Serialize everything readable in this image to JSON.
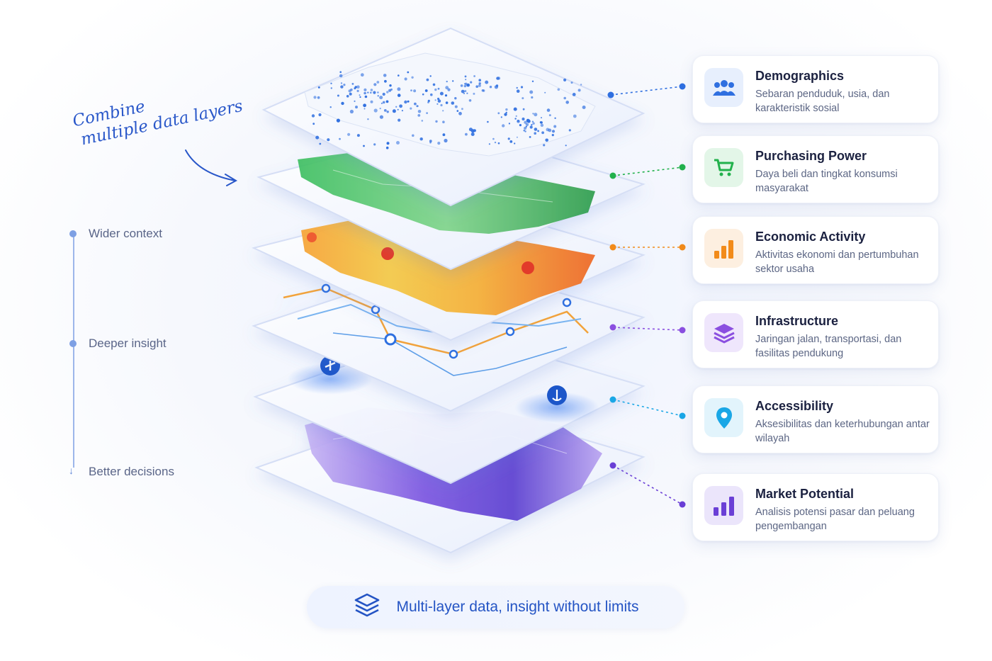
{
  "annotation": {
    "line1": "Combine",
    "line2": "multiple data layers"
  },
  "timeline": [
    {
      "label": "Wider context"
    },
    {
      "label": "Deeper insight"
    },
    {
      "label": "Better decisions"
    }
  ],
  "layers": [
    {
      "title": "Demographics",
      "description": "Sebaran penduduk, usia, dan karakteristik sosial",
      "color": "#2f6fe0",
      "icon": "people-icon"
    },
    {
      "title": "Purchasing Power",
      "description": "Daya beli dan tingkat konsumsi masyarakat",
      "color": "#22b14c",
      "icon": "shopping-cart-icon"
    },
    {
      "title": "Economic Activity",
      "description": "Aktivitas ekonomi dan pertumbuhan sektor usaha",
      "color": "#f28b1a",
      "icon": "bar-chart-icon"
    },
    {
      "title": "Infrastructure",
      "description": "Jaringan jalan, transportasi, dan fasilitas pendukung",
      "color": "#8b4fe0",
      "icon": "layers-icon"
    },
    {
      "title": "Accessibility",
      "description": "Aksesibilitas dan keterhubungan antar wilayah",
      "color": "#1aa7e6",
      "icon": "location-pin-icon"
    },
    {
      "title": "Market Potential",
      "description": "Analisis potensi pasar dan peluang pengembangan",
      "color": "#6a3fd6",
      "icon": "bar-chart-icon"
    }
  ],
  "banner": {
    "text": "Multi-layer data, insight without limits",
    "icon": "stack-icon"
  }
}
